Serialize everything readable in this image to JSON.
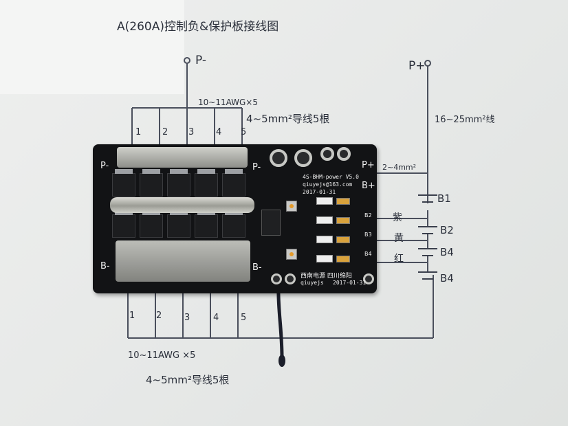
{
  "title": "A(260A)控制负&保护板接线图",
  "labels": {
    "p_minus": "P-",
    "p_plus": "P+",
    "awg_top": "10~11AWG×5",
    "wire_top": "4~5mm²导线5根",
    "wire_right": "16~25mm²线",
    "wire_small": "2~4mm²",
    "awg_bottom": "10~11AWG ×5",
    "wire_bottom": "4~5mm²导线5根",
    "top_numbers": [
      "1",
      "2",
      "3",
      "4",
      "5"
    ],
    "bottom_numbers": [
      "1",
      "2",
      "3",
      "4",
      "5"
    ],
    "cells": [
      "B1",
      "B2",
      "B4",
      "B4"
    ],
    "colors": [
      "紫",
      "黄",
      "红"
    ]
  },
  "board": {
    "pad_left_top": "P-",
    "pad_left_bottom": "B-",
    "pad_mid_top": "P-",
    "pad_mid_bottom": "B-",
    "pad_right_top": "P+",
    "pad_right_bottom": "B+",
    "model": "4S-BHM-power V5.0",
    "email": "qiuyejs@163.com",
    "date_top": "2017-01-31",
    "maker": "西南电源  四川绵阳",
    "brand": "qiuyejs",
    "date_bottom": "2017-01-31",
    "tap_labels": [
      "B2",
      "B3",
      "B4"
    ]
  },
  "colors": {
    "ink": "#2a2f3a",
    "board": "#121315",
    "pencil": "#4a4f5c"
  }
}
